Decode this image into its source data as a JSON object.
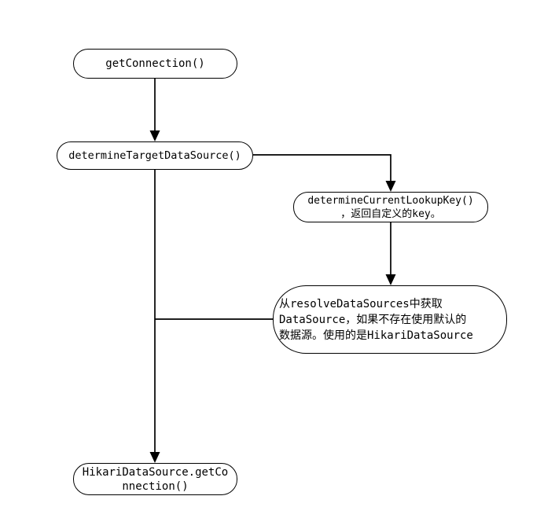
{
  "diagram": {
    "title": "getConnection data source routing flowchart",
    "background_color": "#ffffff",
    "line_color": "#000000",
    "text_color": "#000000",
    "nodes": [
      {
        "id": "get-connection",
        "shape": "stadium",
        "lines": [
          "getConnection()"
        ]
      },
      {
        "id": "determine-target-data-source",
        "shape": "stadium",
        "lines": [
          "determineTargetDataSource()"
        ]
      },
      {
        "id": "determine-current-lookup-key",
        "shape": "stadium",
        "lines": [
          "determineCurrentLookupKey()",
          "，返回自定义的key。"
        ]
      },
      {
        "id": "resolve-data-sources",
        "shape": "stadium",
        "lines": [
          "从resolveDataSources中获取",
          "DataSource，如果不存在使用默认的",
          "数据源。使用的是HikariDataSource"
        ]
      },
      {
        "id": "hikari-get-connection",
        "shape": "stadium",
        "lines": [
          "HikariDataSource.getCo",
          "nnection()"
        ]
      }
    ],
    "edges": [
      {
        "from": "get-connection",
        "to": "determine-target-data-source",
        "arrow": true
      },
      {
        "from": "determine-target-data-source",
        "to": "determine-current-lookup-key",
        "arrow": true
      },
      {
        "from": "determine-current-lookup-key",
        "to": "resolve-data-sources",
        "arrow": true
      },
      {
        "from": "resolve-data-sources",
        "to": "trunk-line",
        "arrow": false
      },
      {
        "from": "determine-target-data-source",
        "to": "hikari-get-connection",
        "arrow": true
      }
    ]
  }
}
